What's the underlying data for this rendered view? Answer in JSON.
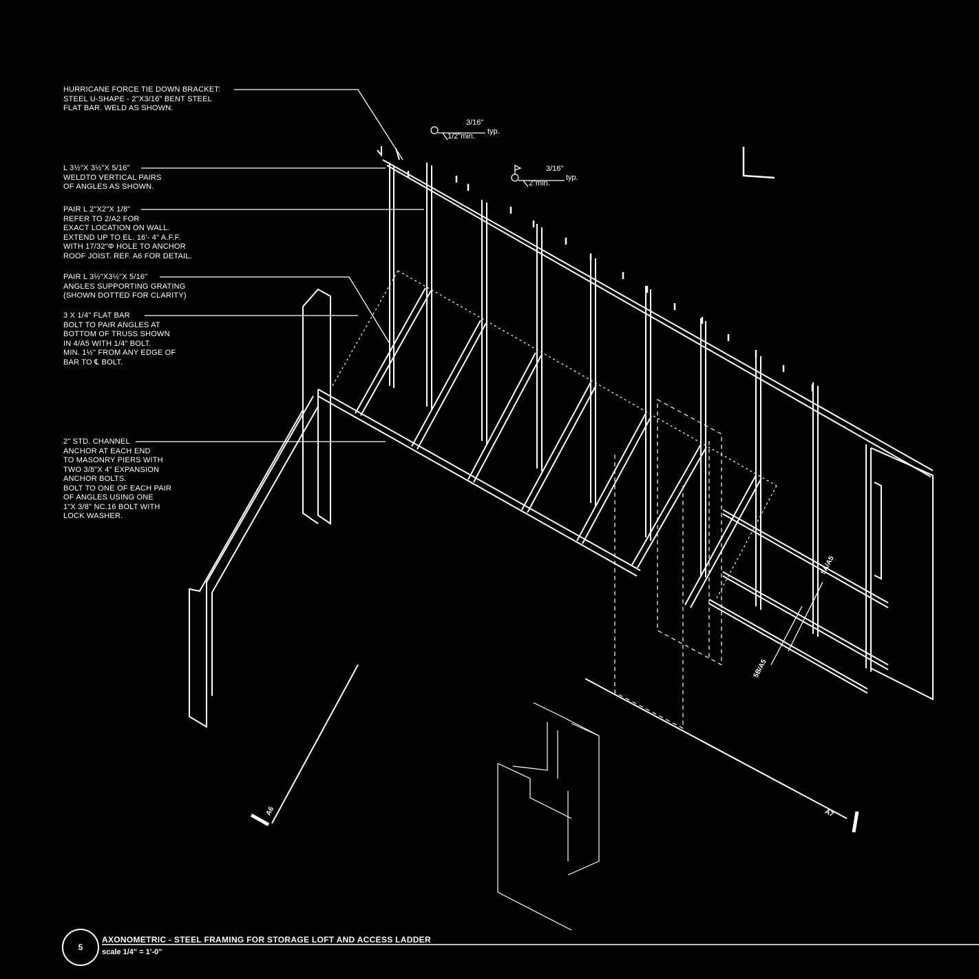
{
  "notes": [
    {
      "id": "tie-down",
      "lines": [
        "HURRICANE FORCE TIE DOWN BRACKET:",
        "STEEL U-SHAPE - 2\"x3/16\" BENT STEEL",
        "FLAT BAR.  WELD AS SHOWN."
      ]
    },
    {
      "id": "angle-l35",
      "lines": [
        "L 3½\"x 3½\"x 5/16\"",
        "WELDTO VERTICAL PAIRS",
        "OF ANGLES AS SHOWN."
      ]
    },
    {
      "id": "pair-l2",
      "lines": [
        "PAIR L 2\"x2\"x 1/8\"",
        "REFER TO 2/A2 FOR",
        "EXACT LOCATION ON WALL.",
        "EXTEND UP TO EL. 16'- 4\" A.F.F.",
        "WITH 17/32\"ϕ HOLE TO ANCHOR",
        "ROOF JOIST. REF. A6 FOR DETAIL."
      ]
    },
    {
      "id": "pair-l35",
      "lines": [
        "PAIR L 3½\"x3½\"x 5/16\"",
        "ANGLES SUPPORTING GRATING",
        "(SHOWN DOTTED FOR CLARITY)"
      ]
    },
    {
      "id": "flat-bar",
      "lines": [
        "3 x 1/4\" FLAT BAR",
        "BOLT TO PAIR ANGLES AT",
        "BOTTOM OF TRUSS SHOWN",
        "IN 4/A5 WITH 1/4\" BOLT.",
        "MIN. 1½\" FROM ANY EDGE OF",
        "BAR TO ℄ BOLT."
      ]
    },
    {
      "id": "channel",
      "lines": [
        "2\" STD. CHANNEL",
        "ANCHOR AT EACH END",
        "TO MASONRY PIERS WITH",
        "TWO 3/8\"x 4\" EXPANSION",
        "ANCHOR BOLTS.",
        "BOLT TO ONE OF EACH PAIR",
        "OF ANGLES USING ONE",
        "1\"x 3/8\" NC.16 BOLT WITH",
        "LOCK WASHER."
      ]
    }
  ],
  "welds": [
    {
      "size": "3/16\"",
      "length": "1/2\"min.",
      "note": "typ."
    },
    {
      "size": "3/16\"",
      "length": "2\"min.",
      "note": "typ."
    }
  ],
  "section_marks": {
    "a6": "A6",
    "a7": "A7",
    "s5a": "5A/A5",
    "s5b": "5B/A5"
  },
  "title": {
    "number": "5",
    "text": "AXONOMETRIC - STEEL FRAMING FOR STORAGE LOFT AND ACCESS LADDER",
    "scale": "scale  1/4\" = 1'-0\""
  }
}
